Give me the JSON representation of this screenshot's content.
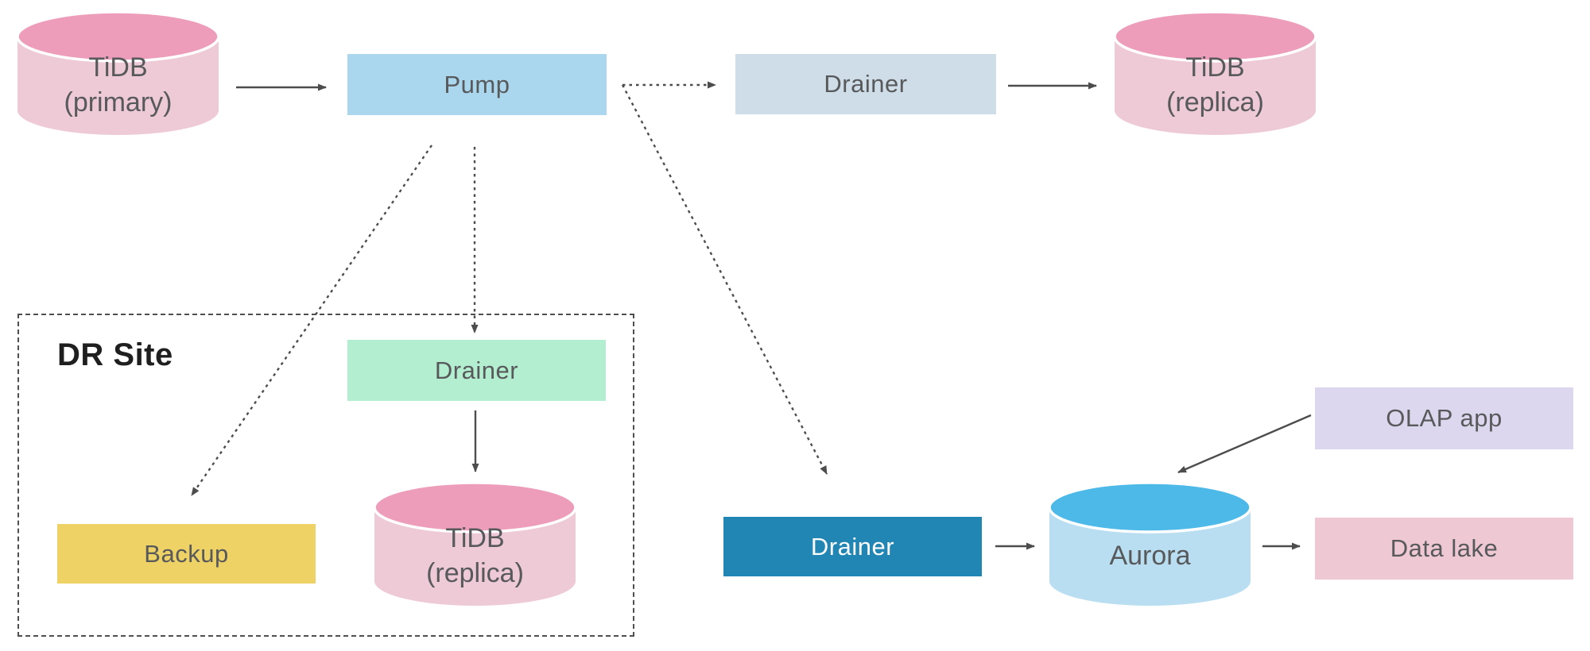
{
  "diagram": {
    "description": "TiDB binlog replication architecture",
    "palette": {
      "line": "#4d4d4d",
      "dashed_border": "#4f4f4f",
      "label_text": "#58595b",
      "dr_site_text": "#1f1f1f"
    },
    "dr_site": {
      "label": "DR Site"
    },
    "nodes": {
      "tidb_primary": {
        "type": "database-cylinder",
        "label": [
          "TiDB",
          "(primary)"
        ],
        "top_color": "#ed9dba",
        "body_color": "#edcad6"
      },
      "pump": {
        "type": "box",
        "label": "Pump",
        "fill": "#aad7ee"
      },
      "drainer_upstream": {
        "type": "box",
        "label": "Drainer",
        "fill": "#cfdde8"
      },
      "tidb_replica": {
        "type": "database-cylinder",
        "label": [
          "TiDB",
          "(replica)"
        ],
        "top_color": "#ed9dba",
        "body_color": "#edcad6"
      },
      "drainer_dr_site": {
        "type": "box",
        "label": "Drainer",
        "fill": "#b3eed1"
      },
      "backup": {
        "type": "box",
        "label": "Backup",
        "fill": "#eed266"
      },
      "tidb_replica_dr_site": {
        "type": "database-cylinder",
        "label": [
          "TiDB",
          "(replica)"
        ],
        "top_color": "#ed9dba",
        "body_color": "#edcad6"
      },
      "drainer_olap": {
        "type": "box",
        "label": "Drainer",
        "fill": "#2186b3",
        "text_color": "#fdfdfd"
      },
      "aurora": {
        "type": "database-cylinder",
        "label": [
          "Aurora"
        ],
        "top_color": "#4cb9e9",
        "body_color": "#b9def1"
      },
      "olap_app": {
        "type": "box",
        "label": "OLAP app",
        "fill": "#dcd7ee"
      },
      "data_lake": {
        "type": "box",
        "label": "Data lake",
        "fill": "#eec9d4"
      }
    },
    "edges": [
      {
        "from": "tidb_primary",
        "to": "pump",
        "style": "solid"
      },
      {
        "from": "pump",
        "to": "drainer_upstream",
        "style": "dotted"
      },
      {
        "from": "drainer_upstream",
        "to": "tidb_replica",
        "style": "solid"
      },
      {
        "from": "pump",
        "to": "drainer_dr_site",
        "style": "dotted"
      },
      {
        "from": "pump",
        "to": "backup",
        "style": "dotted"
      },
      {
        "from": "drainer_dr_site",
        "to": "tidb_replica_dr_site",
        "style": "solid"
      },
      {
        "from": "pump",
        "to": "drainer_olap",
        "style": "dotted"
      },
      {
        "from": "drainer_olap",
        "to": "aurora",
        "style": "solid"
      },
      {
        "from": "olap_app",
        "to": "aurora",
        "style": "solid"
      },
      {
        "from": "aurora",
        "to": "data_lake",
        "style": "solid"
      }
    ]
  }
}
